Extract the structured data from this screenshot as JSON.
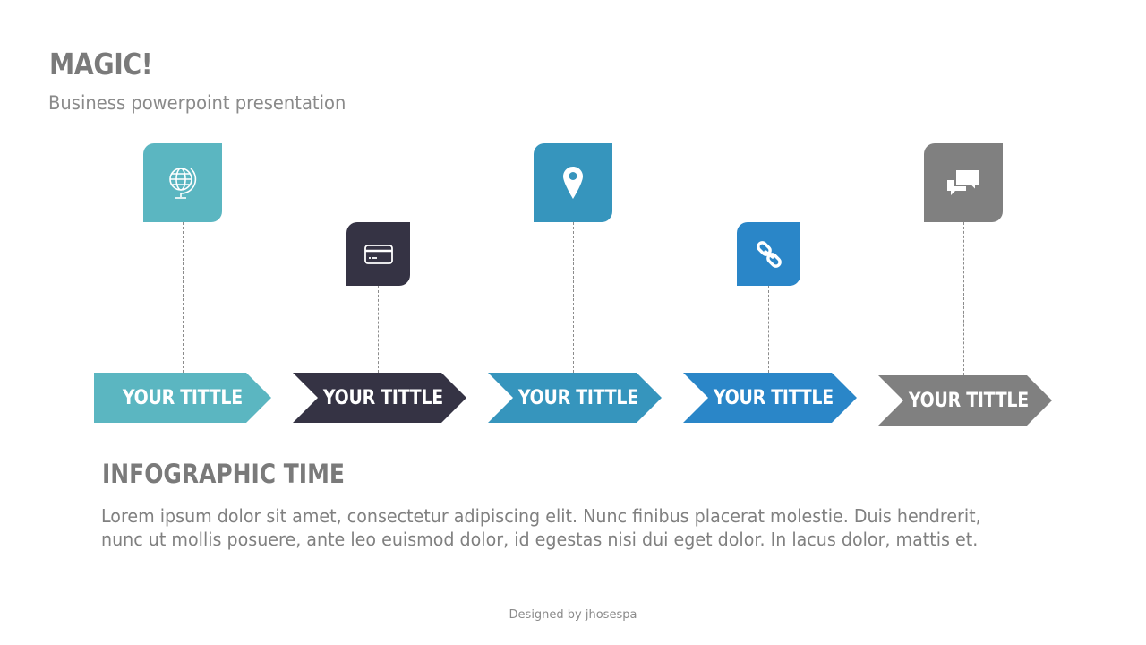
{
  "header": {
    "title": "MAGIC!",
    "subtitle": "Business powerpoint presentation"
  },
  "steps": [
    {
      "label": "YOUR TITTLE",
      "icon": "globe-icon",
      "color": "#5BB6C1"
    },
    {
      "label": "YOUR TITTLE",
      "icon": "credit-card-icon",
      "color": "#353344"
    },
    {
      "label": "YOUR TITTLE",
      "icon": "location-pin-icon",
      "color": "#3695BD"
    },
    {
      "label": "YOUR TITTLE",
      "icon": "link-icon",
      "color": "#2A86C8"
    },
    {
      "label": "YOUR TITTLE",
      "icon": "chat-bubbles-icon",
      "color": "#808080"
    }
  ],
  "section": {
    "heading": "INFOGRAPHIC TIME",
    "body": "Lorem ipsum dolor sit amet, consectetur adipiscing elit. Nunc finibus placerat molestie. Duis hendrerit,\nnunc ut mollis posuere, ante leo euismod dolor, id egestas nisi dui eget dolor. In lacus dolor, mattis et."
  },
  "footer": {
    "credit": "Designed by jhosespa"
  }
}
